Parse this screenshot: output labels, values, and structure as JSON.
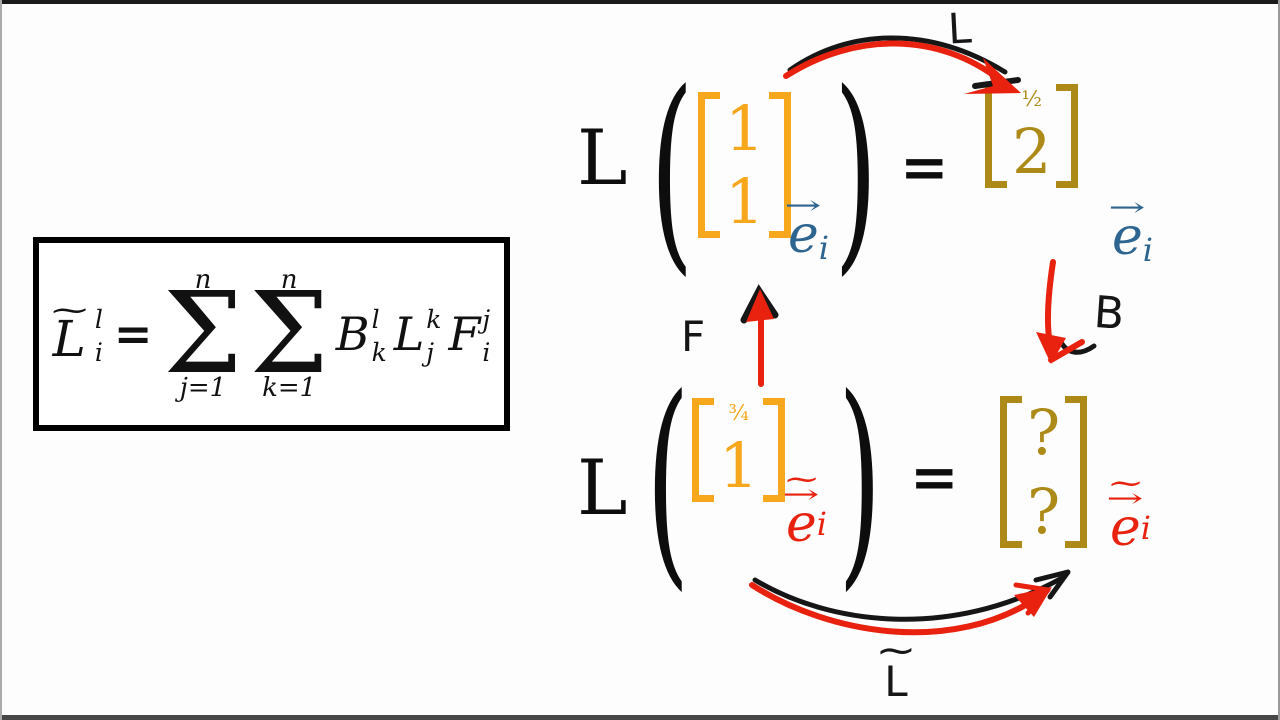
{
  "colors": {
    "input_vector": "#F6A71B",
    "output_vector": "#AD8A17",
    "old_basis": "#2E6490",
    "new_basis": "#E8220F",
    "annotation_red": "#E8220F",
    "ink": "#111111"
  },
  "formula_box": {
    "lhs": {
      "tilde": "~",
      "base": "L",
      "sup": "l",
      "sub": "i"
    },
    "equals": "=",
    "sum_j": {
      "top": "n",
      "sigma": "Σ",
      "bottom": "j=1"
    },
    "sum_k": {
      "top": "n",
      "sigma": "Σ",
      "bottom": "k=1"
    },
    "factor_B": {
      "base": "B",
      "sup": "l",
      "sub": "k"
    },
    "factor_L": {
      "base": "L",
      "sup": "k",
      "sub": "j"
    },
    "factor_F": {
      "base": "F",
      "sup": "j",
      "sub": "i"
    }
  },
  "equation_top": {
    "operator": "L",
    "paren_open": "(",
    "paren_close": ")",
    "equals": "=",
    "input_vector": {
      "row1": "1",
      "row2": "1"
    },
    "input_basis": {
      "arrow": "→",
      "e": "e",
      "sub": "i"
    },
    "output_vector": {
      "row1": "½",
      "row2": "2"
    },
    "output_basis": {
      "arrow": "→",
      "e": "e",
      "sub": "i"
    }
  },
  "equation_bottom": {
    "operator": "L",
    "paren_open": "(",
    "paren_close": ")",
    "equals": "=",
    "input_vector": {
      "row1": "¾",
      "row2": "1"
    },
    "input_basis": {
      "tilde": "~",
      "arrow": "→",
      "e": "e",
      "sub": "i"
    },
    "output_vector": {
      "row1": "?",
      "row2": "?"
    },
    "output_basis": {
      "tilde": "~",
      "arrow": "→",
      "e": "e",
      "sub": "i"
    }
  },
  "annotations": {
    "label_top": "L",
    "label_left": "F",
    "label_right": "B",
    "label_bottom": {
      "tilde": "~",
      "base": "L"
    }
  }
}
